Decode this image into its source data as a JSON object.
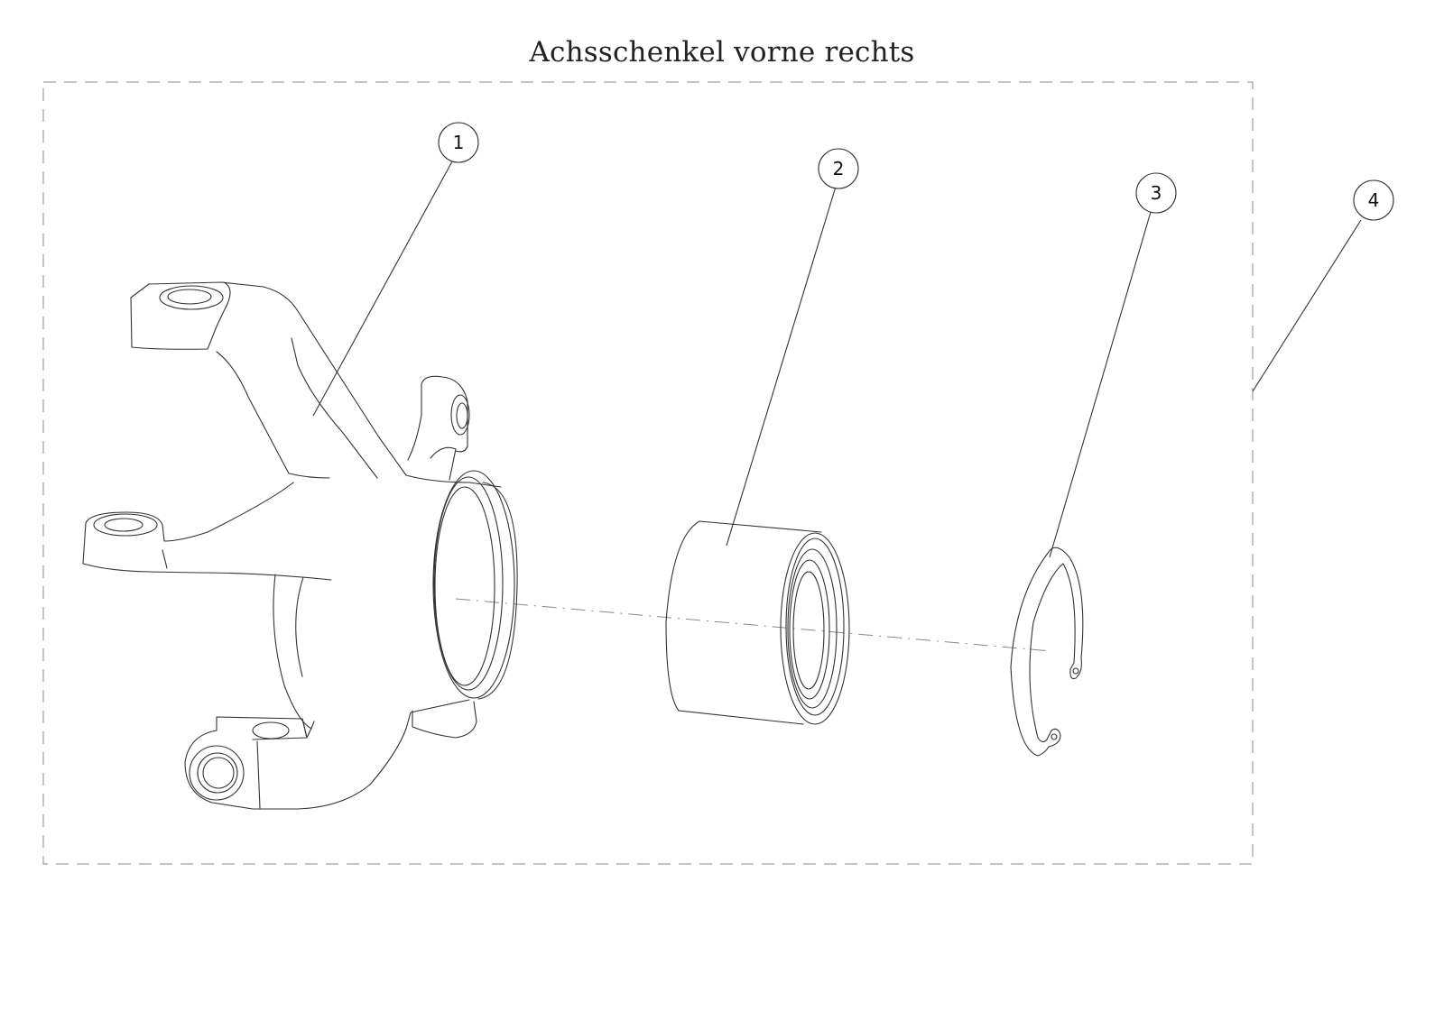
{
  "title": "Achsschenkel vorne rechts",
  "callouts": [
    {
      "id": "1",
      "label": "1"
    },
    {
      "id": "2",
      "label": "2"
    },
    {
      "id": "3",
      "label": "3"
    },
    {
      "id": "4",
      "label": "4"
    }
  ]
}
